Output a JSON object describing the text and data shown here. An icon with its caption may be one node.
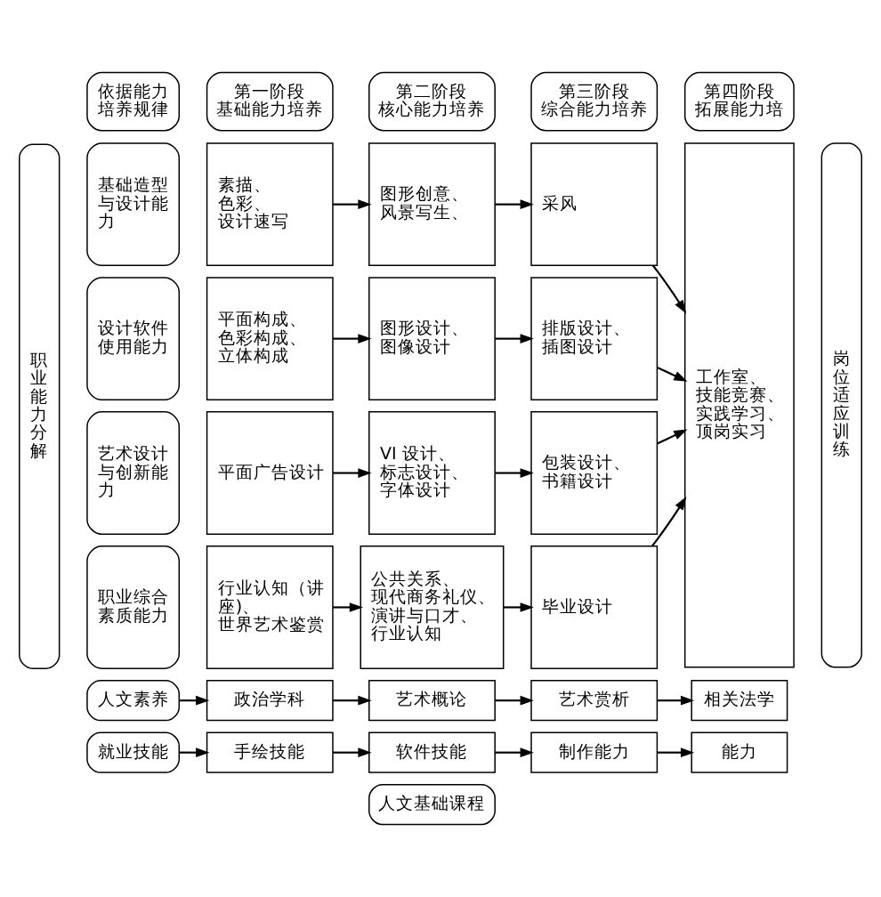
{
  "diagram": {
    "nodes": [
      {
        "text": [
          "依据能力培养规律"
        ]
      },
      {
        "text": [
          "第一阶段",
          "基础能力培养"
        ]
      },
      {
        "text": [
          "第二阶段",
          "核心能力培养"
        ]
      },
      {
        "text": [
          "第三阶段",
          "综合能力培养"
        ]
      },
      {
        "text": [
          "第四阶段",
          "拓展能力培"
        ]
      },
      {
        "text": [
          "职业能力分解"
        ]
      },
      {
        "text": [
          "基础造型与设计能力"
        ]
      },
      {
        "text": [
          "素描、色彩、设计速写"
        ]
      },
      {
        "text": [
          "图形创意、风景写生、"
        ]
      },
      {
        "text": [
          "采风"
        ]
      },
      {
        "text": [
          "工作室、技能竞赛、实践学习、顶岗实习"
        ]
      },
      {
        "text": [
          "岗位适应训练"
        ]
      },
      {
        "text": [
          "设计软件使用能力"
        ]
      },
      {
        "text": [
          "平面构成、色彩构成、立体构成"
        ]
      },
      {
        "text": [
          "图形设计、图像设计"
        ]
      },
      {
        "text": [
          "排版设计、插图设计"
        ]
      },
      {
        "text": [
          "艺术设计与创新能力"
        ]
      },
      {
        "text": [
          "平面广告设计"
        ]
      },
      {
        "text": [
          "VI 设计、标志设计、字体设计"
        ]
      },
      {
        "text": [
          "包装设计、书籍设计"
        ]
      },
      {
        "text": [
          "职业综合素质能力"
        ]
      },
      {
        "text": [
          "行业认知（讲座)、世界艺术鉴赏"
        ]
      },
      {
        "text": [
          "公共关系、现代商务礼仪、演讲与口才、行业认知"
        ]
      },
      {
        "text": [
          "毕业设计"
        ]
      },
      {
        "text": [
          "人文素养"
        ]
      },
      {
        "text": [
          "政治学科"
        ]
      },
      {
        "text": [
          "艺术概论"
        ]
      },
      {
        "text": [
          "艺术赏析"
        ]
      },
      {
        "text": [
          "相关法学"
        ]
      },
      {
        "text": [
          "就业技能"
        ]
      },
      {
        "text": [
          "手绘技能"
        ]
      },
      {
        "text": [
          "软件技能"
        ]
      },
      {
        "text": [
          "制作能力"
        ]
      },
      {
        "text": [
          "能力"
        ]
      },
      {
        "text": [
          "人文基础课程"
        ]
      }
    ],
    "edges": [
      {
        "from": 7,
        "to": 8,
        "arrow": "to"
      },
      {
        "from": 8,
        "to": 9,
        "arrow": "to"
      },
      {
        "from": 9,
        "to": 10,
        "arrow": "to"
      },
      {
        "from": 13,
        "to": 14,
        "arrow": "to"
      },
      {
        "from": 14,
        "to": 15,
        "arrow": "to"
      },
      {
        "from": 15,
        "to": 10,
        "arrow": "to"
      },
      {
        "from": 17,
        "to": 18,
        "arrow": "to"
      },
      {
        "from": 18,
        "to": 19,
        "arrow": "to"
      },
      {
        "from": 19,
        "to": 10,
        "arrow": "to"
      },
      {
        "from": 21,
        "to": 22,
        "arrow": "to"
      },
      {
        "from": 22,
        "to": 23,
        "arrow": "to"
      },
      {
        "from": 23,
        "to": 10,
        "arrow": "to"
      },
      {
        "from": 24,
        "to": 25,
        "arrow": "to"
      },
      {
        "from": 25,
        "to": 26,
        "arrow": "to"
      },
      {
        "from": 26,
        "to": 27,
        "arrow": "to"
      },
      {
        "from": 27,
        "to": 28,
        "arrow": "to"
      },
      {
        "from": 29,
        "to": 30,
        "arrow": "to"
      },
      {
        "from": 30,
        "to": 31,
        "arrow": "to"
      },
      {
        "from": 31,
        "to": 32,
        "arrow": "to"
      },
      {
        "from": 32,
        "to": 33,
        "arrow": "to"
      }
    ]
  }
}
